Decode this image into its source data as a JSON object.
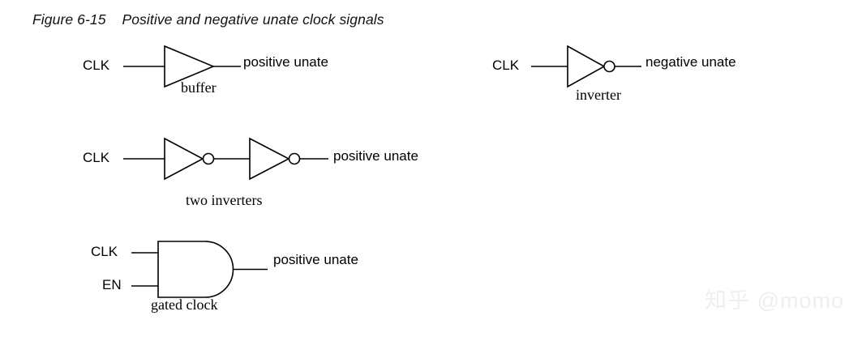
{
  "figure": {
    "number": "Figure 6-15",
    "caption": "Positive and negative unate clock signals",
    "title_full": "Figure 6-15    Positive and negative unate clock signals",
    "ink_color": "#000000",
    "background_color": "#ffffff"
  },
  "circuits": [
    {
      "id": "buffer-circuit",
      "gate_type": "buffer",
      "gate_label": "buffer",
      "inputs": [
        "CLK"
      ],
      "output_label": "positive unate"
    },
    {
      "id": "inverter-circuit",
      "gate_type": "inverter",
      "gate_label": "inverter",
      "inputs": [
        "CLK"
      ],
      "output_label": "negative unate"
    },
    {
      "id": "two-inverters-circuit",
      "gate_type": "inverter-chain",
      "gate_label": "two inverters",
      "inputs": [
        "CLK"
      ],
      "output_label": "positive unate"
    },
    {
      "id": "gated-clock-circuit",
      "gate_type": "and",
      "gate_label": "gated clock",
      "inputs": [
        "CLK",
        "EN"
      ],
      "output_label": "positive unate"
    }
  ],
  "labels": {
    "clk_1": "CLK",
    "clk_2": "CLK",
    "clk_3": "CLK",
    "clk_4": "CLK",
    "en_4": "EN",
    "buffer": "buffer",
    "inverter": "inverter",
    "two_inverters": "two inverters",
    "gated_clock": "gated clock",
    "positive_unate_1": "positive unate",
    "negative_unate_2": "negative unate",
    "positive_unate_3": "positive unate",
    "positive_unate_4": "positive unate"
  },
  "watermark": {
    "text": "知乎 @momo",
    "color": "#efefef"
  }
}
